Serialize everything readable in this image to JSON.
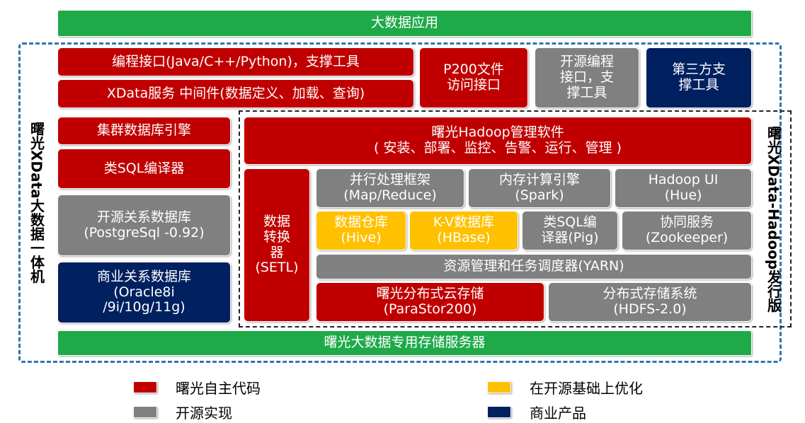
{
  "top_banner": "大数据应用",
  "bottom_banner": "曙光大数据专用存储服务器",
  "outer_label": "曙光XData大数据一体机",
  "inner_label": "曙光XData-Hadoop发行版",
  "boxes": {
    "api_tools": "编程接口(Java/C++/Python)，支撑工具",
    "middleware": "XData服务 中间件(数据定义、加载、查询)",
    "p200": [
      "P200文件",
      "访问接口"
    ],
    "open_api": [
      "开源编程",
      "接口，支",
      "撑工具"
    ],
    "third_party": [
      "第三方支",
      "撑工具"
    ],
    "cluster_db": "集群数据库引擎",
    "sql_compiler": "类SQL编译器",
    "postgres": [
      "开源关系数据库",
      "(PostgreSql -0.92)"
    ],
    "oracle": [
      "商业关系数据库",
      "(Oracle8i",
      "/9i/10g/11g)"
    ],
    "hadoop_mgr": [
      "曙光Hadoop管理软件",
      "( 安装、部署、监控、告警、运行、管理 )"
    ],
    "setl": [
      "数据",
      "转换",
      "器",
      "(SETL)"
    ],
    "mapreduce": [
      "并行处理框架",
      "(Map/Reduce)"
    ],
    "spark": [
      "内存计算引擎",
      "(Spark)"
    ],
    "hue": [
      "Hadoop UI",
      "(Hue)"
    ],
    "hive": [
      "数据仓库",
      "(Hive)"
    ],
    "hbase": [
      "K-V数据库",
      "(HBase)"
    ],
    "pig": [
      "类SQL编",
      "译器(Pig)"
    ],
    "zookeeper": [
      "协同服务",
      "(Zookeeper)"
    ],
    "yarn": "资源管理和任务调度器(YARN)",
    "parastor": [
      "曙光分布式云存储",
      "(ParaStor200)"
    ],
    "hdfs": [
      "分布式存储系统",
      "(HDFS-2.0)"
    ]
  },
  "legend": [
    {
      "label": "曙光自主代码",
      "color": "#c00000"
    },
    {
      "label": "在开源基础上优化",
      "color": "#ffc000"
    },
    {
      "label": "开源实现",
      "color": "#808080"
    },
    {
      "label": "商业产品",
      "color": "#002060"
    }
  ]
}
